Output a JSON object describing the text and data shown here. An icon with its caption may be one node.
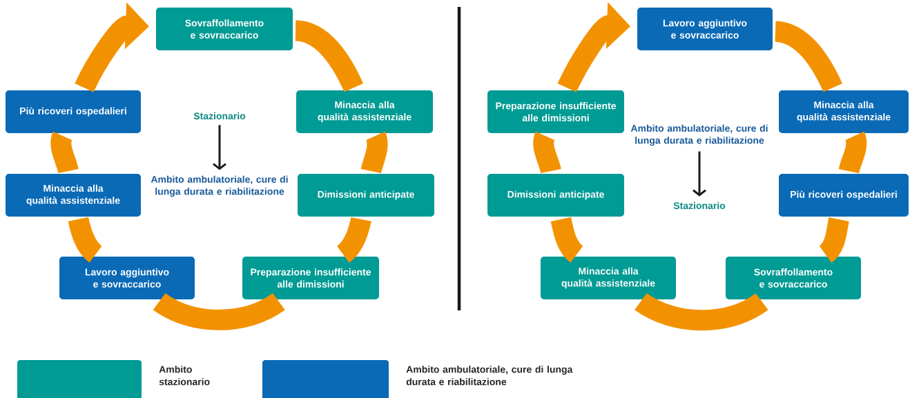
{
  "diagram": {
    "nodes": [
      {
        "text": [
          "Sovraffollamento e sovraccarico"
        ]
      },
      {
        "text": [
          "Minaccia alla qualità assistenziale"
        ]
      },
      {
        "text": [
          "Dimissioni anticipate"
        ]
      },
      {
        "text": [
          "Preparazione insufficiente alle dimissioni"
        ]
      },
      {
        "text": [
          "Lavoro aggiuntivo e sovraccarico"
        ]
      },
      {
        "text": [
          "Minaccia alla qualità assistenziale"
        ]
      },
      {
        "text": [
          "Più ricoveri ospedalieri"
        ]
      },
      {
        "text": [
          "Stazionario"
        ]
      },
      {
        "text": [
          "Ambito ambulatoriale, cure di lunga durata e riabilitazione"
        ]
      },
      {
        "text": [
          "Lavoro aggiuntivo e sovraccarico"
        ]
      },
      {
        "text": [
          "Minaccia alla qualità assistenziale"
        ]
      },
      {
        "text": [
          "Più ricoveri ospedalieri"
        ]
      },
      {
        "text": [
          "Sovraffollamento e sovraccarico"
        ]
      },
      {
        "text": [
          "Minaccia alla qualità assistenziale"
        ]
      },
      {
        "text": [
          "Dimissioni anticipate"
        ]
      },
      {
        "text": [
          "Preparazione insufficiente alle dimissioni"
        ]
      },
      {
        "text": [
          "Ambito ambulatoriale, cure di lunga durata e riabilitazione"
        ]
      },
      {
        "text": [
          "Stazionario"
        ]
      }
    ],
    "edges": [
      {
        "from": 0,
        "to": 1,
        "arrow": "none"
      },
      {
        "from": 1,
        "to": 2,
        "arrow": "none"
      },
      {
        "from": 2,
        "to": 3,
        "arrow": "none"
      },
      {
        "from": 3,
        "to": 4,
        "arrow": "none"
      },
      {
        "from": 4,
        "to": 5,
        "arrow": "none"
      },
      {
        "from": 5,
        "to": 6,
        "arrow": "none"
      },
      {
        "from": 6,
        "to": 0,
        "arrow": "to"
      },
      {
        "from": 7,
        "to": 8,
        "arrow": "to",
        "color": "#1a1a1a"
      },
      {
        "from": 9,
        "to": 10,
        "arrow": "none"
      },
      {
        "from": 10,
        "to": 11,
        "arrow": "none"
      },
      {
        "from": 11,
        "to": 12,
        "arrow": "none"
      },
      {
        "from": 12,
        "to": 13,
        "arrow": "none"
      },
      {
        "from": 13,
        "to": 14,
        "arrow": "none"
      },
      {
        "from": 14,
        "to": 15,
        "arrow": "none"
      },
      {
        "from": 15,
        "to": 9,
        "arrow": "to"
      },
      {
        "from": 16,
        "to": 17,
        "arrow": "to",
        "color": "#1a1a1a"
      }
    ],
    "legend": [
      {
        "text": "Ambito stazionario",
        "color": "#009b94"
      },
      {
        "text": "Ambito ambulatoriale, cure di lunga durata e riabilitazione",
        "color": "#0a6ab6"
      }
    ]
  }
}
